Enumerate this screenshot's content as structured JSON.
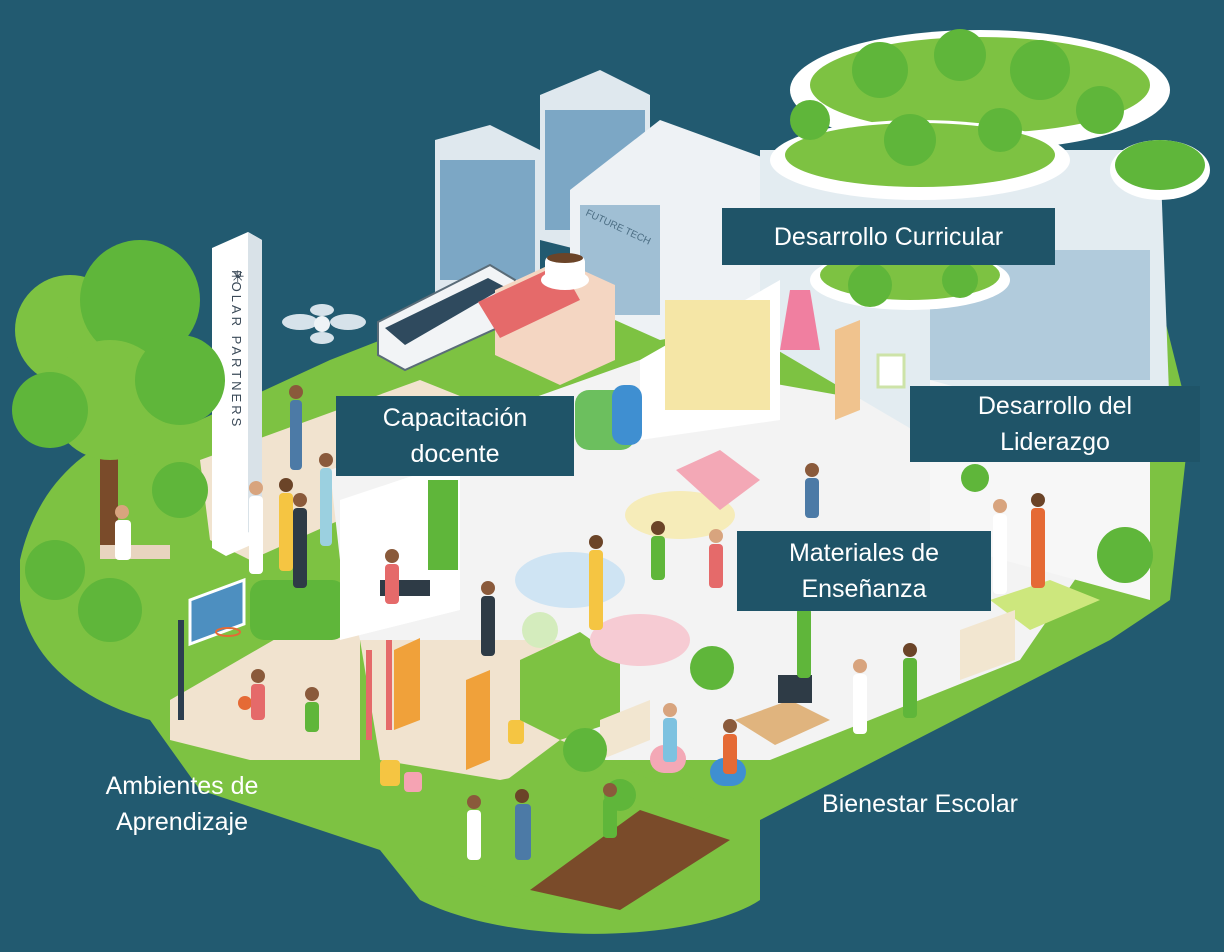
{
  "brand": {
    "name": "POLAR PARTNERS",
    "building_sign": "FUTURE TECH"
  },
  "labels": {
    "curricular": "Desarrollo Curricular",
    "capacitacion_1": "Capacitación",
    "capacitacion_2": "docente",
    "liderazgo_1": "Desarrollo del",
    "liderazgo_2": "Liderazgo",
    "materiales_1": "Materiales de",
    "materiales_2": "Enseñanza",
    "ambientes_1": "Ambientes de",
    "ambientes_2": "Aprendizaje",
    "bienestar": "Bienestar Escolar"
  },
  "colors": {
    "background": "#225a70",
    "label_box": "#1f5468",
    "grass": "#7dc242",
    "tree": "#5fb63a",
    "floor": "#f2f2f2"
  }
}
